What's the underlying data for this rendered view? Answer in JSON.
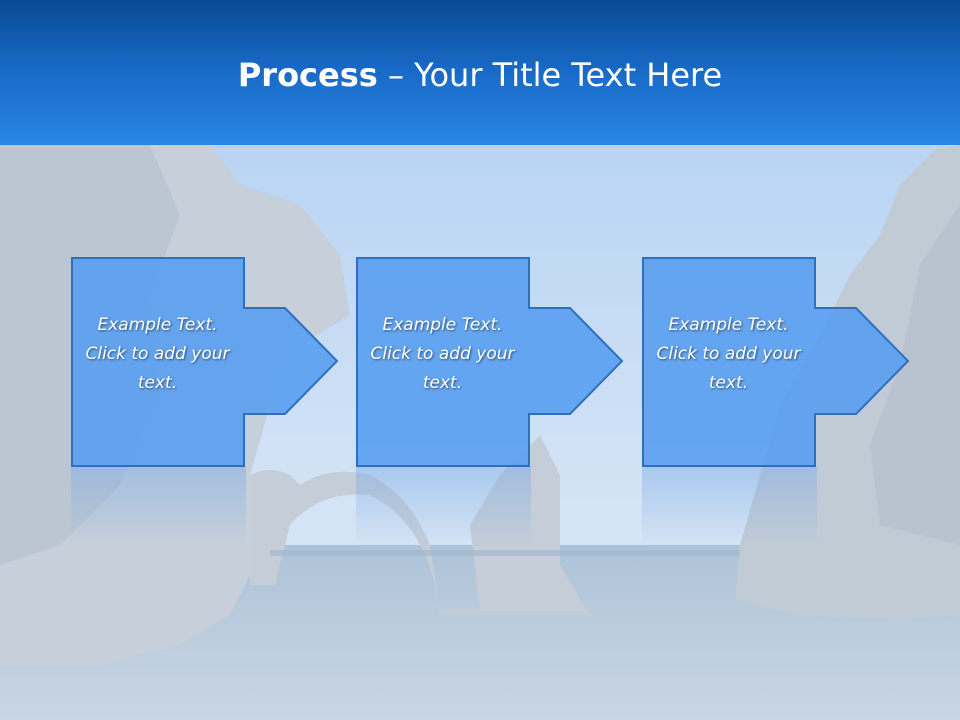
{
  "slide": {
    "title_bold": "Process",
    "title_rest": " – Your Title Text Here"
  },
  "steps": [
    {
      "text": "Example Text. Click  to add your text."
    },
    {
      "text": "Example Text. Click  to add your text."
    },
    {
      "text": "Example Text. Click  to add your text."
    }
  ],
  "colors": {
    "header_top": "#0a4a94",
    "header_bottom": "#2a86e6",
    "box_fill": "#5b9ff0",
    "box_border": "#2f6fbf"
  }
}
